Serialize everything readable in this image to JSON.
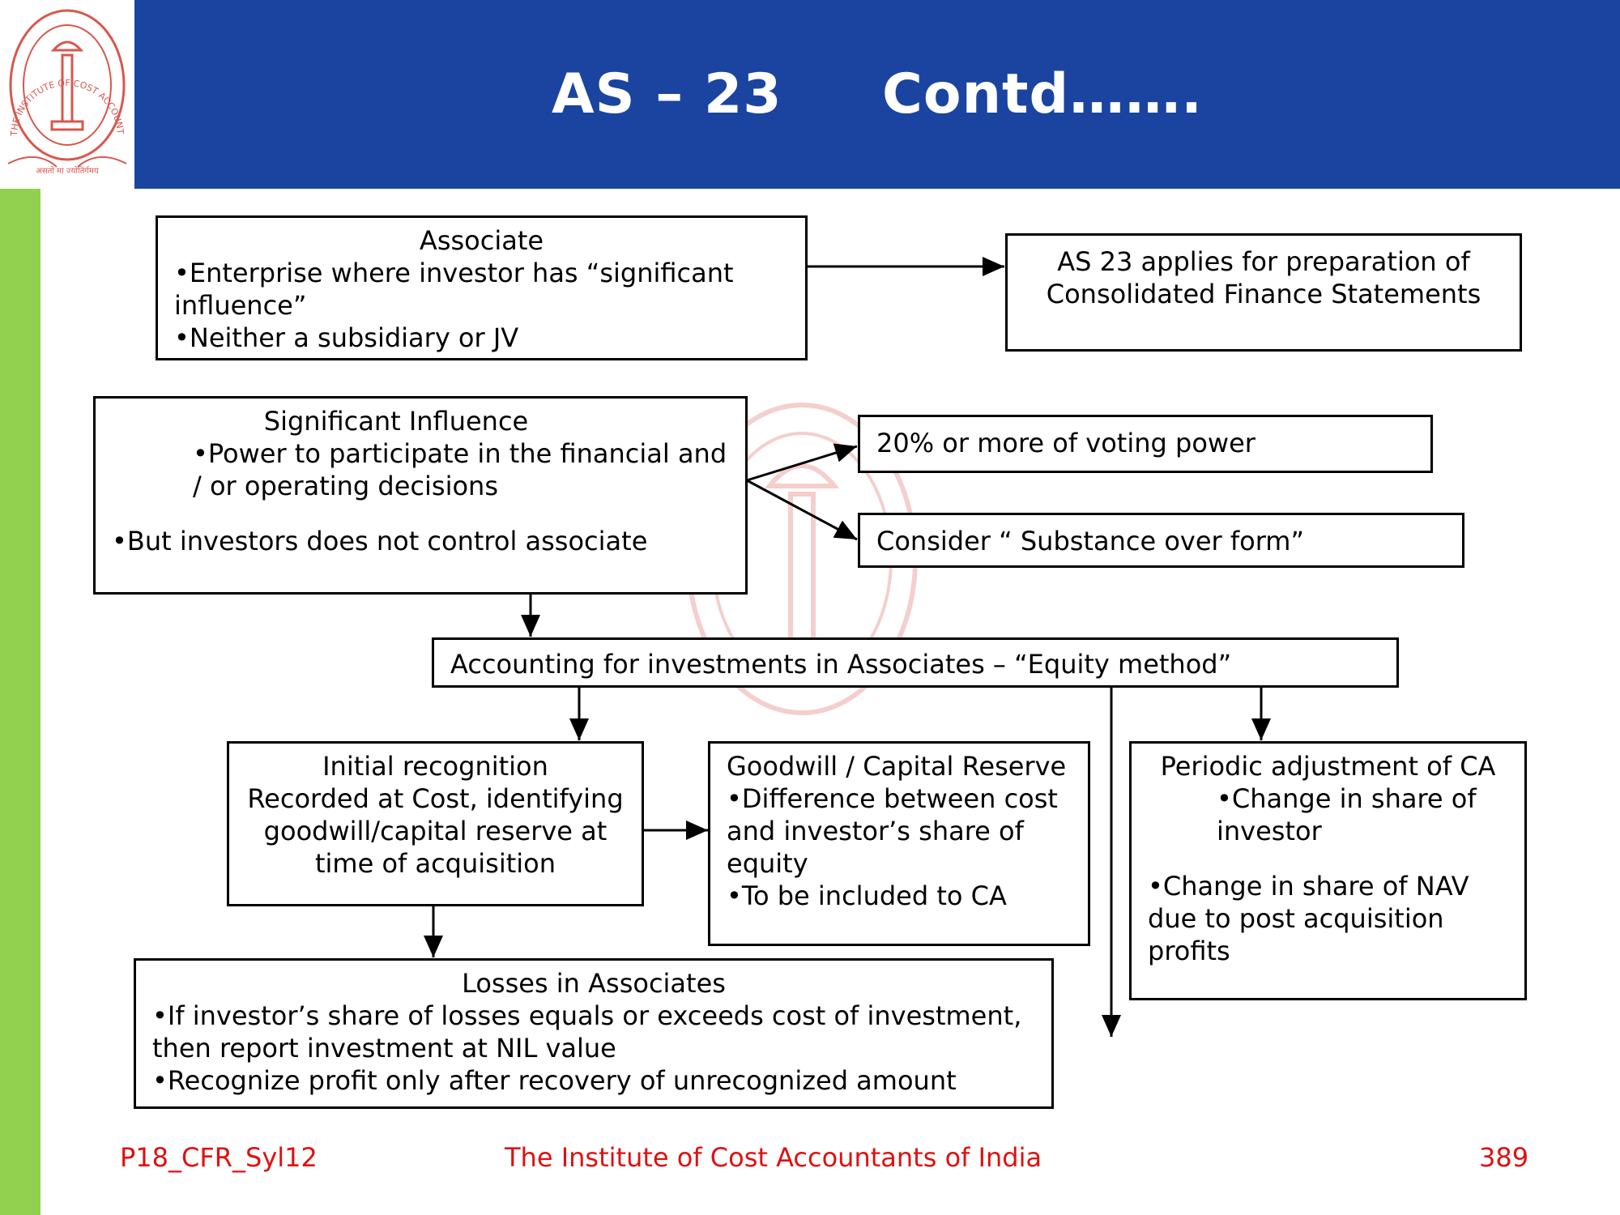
{
  "slide_title": "AS – 23     Contd…….",
  "logo": {
    "ring_text": "THE INSTITUTE OF COST ACCOUNTANTS OF INDIA",
    "base_text": "असतो मा ज्योतिर्गमय"
  },
  "boxes": {
    "associate": {
      "heading": "Associate",
      "bullets": [
        "•Enterprise where investor has “significant influence”",
        "•Neither a subsidiary or JV"
      ]
    },
    "applies": {
      "text": "AS 23 applies for preparation of Consolidated Finance Statements"
    },
    "significant_influence": {
      "heading": "Significant Influence",
      "bullet1": "•Power to participate in the financial and / or operating decisions",
      "bullet2": "•But investors does not control associate"
    },
    "voting_power": {
      "text": "20% or more of voting power"
    },
    "substance": {
      "text": "Consider  “ Substance over form”"
    },
    "equity_method": {
      "text": "Accounting for investments in Associates – “Equity method”"
    },
    "initial_recognition": {
      "heading": "Initial recognition",
      "text": "Recorded at Cost, identifying goodwill/capital reserve at time of acquisition"
    },
    "goodwill": {
      "heading": "Goodwill / Capital Reserve",
      "bullets": [
        "•Difference between cost and investor’s share of equity",
        "•To be included to CA"
      ]
    },
    "periodic": {
      "heading": "Periodic adjustment of CA",
      "bullet1": "•Change in share of investor",
      "bullet2": "•Change in share  of NAV due to post acquisition profits"
    },
    "losses": {
      "heading": "Losses in Associates",
      "bullets": [
        "•If investor’s share of losses equals or exceeds cost of investment, then report investment at NIL value",
        "•Recognize profit only after recovery of unrecognized amount"
      ]
    }
  },
  "footer": {
    "left": "P18_CFR_Syl12",
    "center": "The Institute of Cost Accountants of India",
    "page": "389"
  },
  "colors": {
    "header_bg": "#1a44a0",
    "side_bar": "#92d050",
    "footer_text": "#e01010",
    "logo": "#d9574e"
  }
}
